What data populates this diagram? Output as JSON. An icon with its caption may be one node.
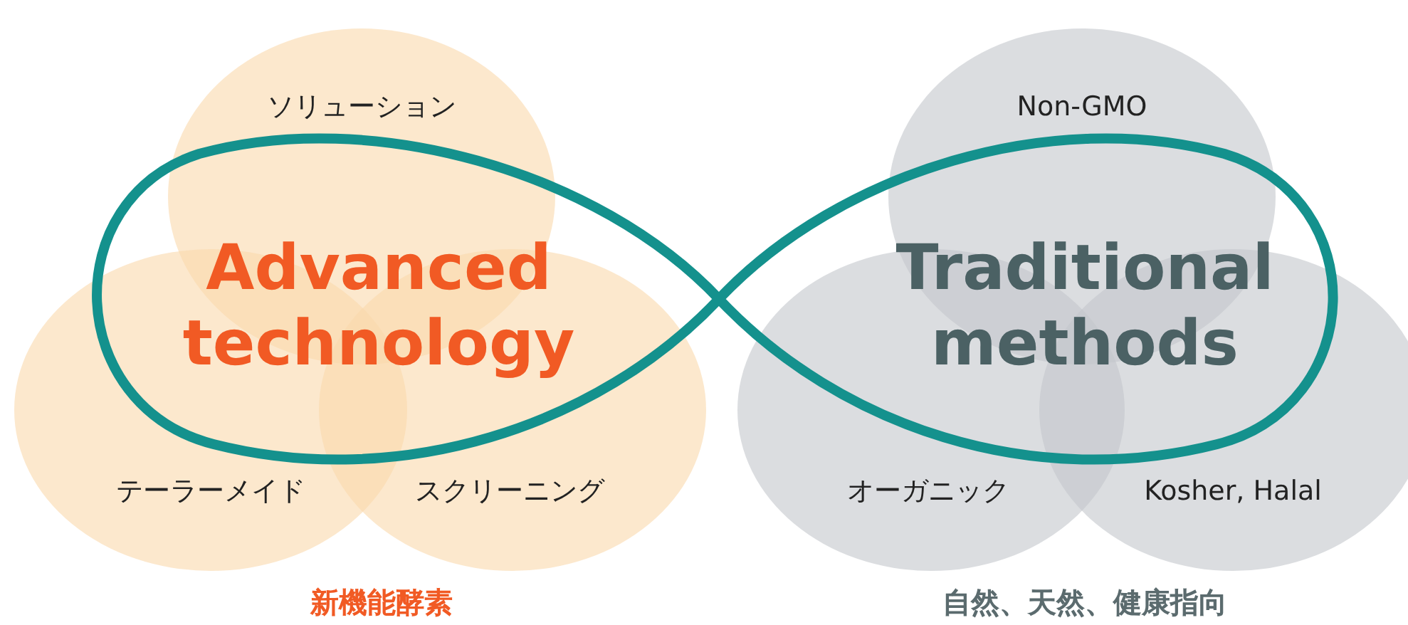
{
  "diagram": {
    "nodes": [
      {
        "text": [
          "ソリューション"
        ]
      },
      {
        "text": [
          "テーラーメイド"
        ]
      },
      {
        "text": [
          "スクリーニング"
        ]
      },
      {
        "text": [
          "Non-GMO"
        ]
      },
      {
        "text": [
          "オーガニック"
        ]
      },
      {
        "text": [
          "Kosher, Halal"
        ]
      }
    ],
    "labels": [
      "Advanced technology",
      "Traditional methods",
      "新機能酵素",
      "自然、天然、健康指向"
    ]
  }
}
